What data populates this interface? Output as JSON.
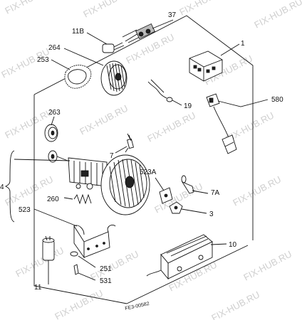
{
  "watermark": "FIX-HUB.RU",
  "drawing_code": "FE3-00582",
  "labels": {
    "p1": "1",
    "p37": "37",
    "p11b": "11B",
    "p264": "264",
    "p253": "253",
    "p19": "19",
    "p580": "580",
    "p263": "263",
    "p7": "7",
    "p523a": "523A",
    "p7a": "7A",
    "p4": "4",
    "p260": "260",
    "p3": "3",
    "p523": "523",
    "p10": "10",
    "p251": "251",
    "p531": "531",
    "p11": "11"
  }
}
